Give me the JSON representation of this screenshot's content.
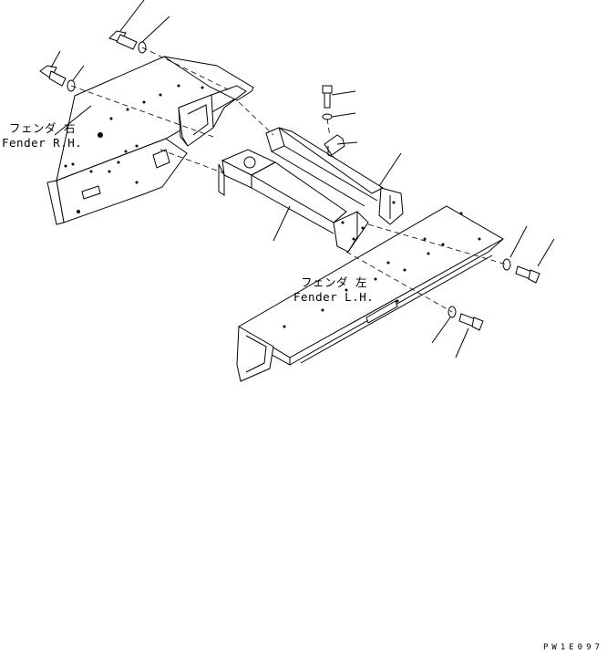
{
  "labels": {
    "fender_rh_jp": "フェンダ 右",
    "fender_rh_en": "Fender R.H.",
    "fender_lh_jp": "フェンダ 左",
    "fender_lh_en": "Fender L.H."
  },
  "drawing_code": "PW1E097"
}
